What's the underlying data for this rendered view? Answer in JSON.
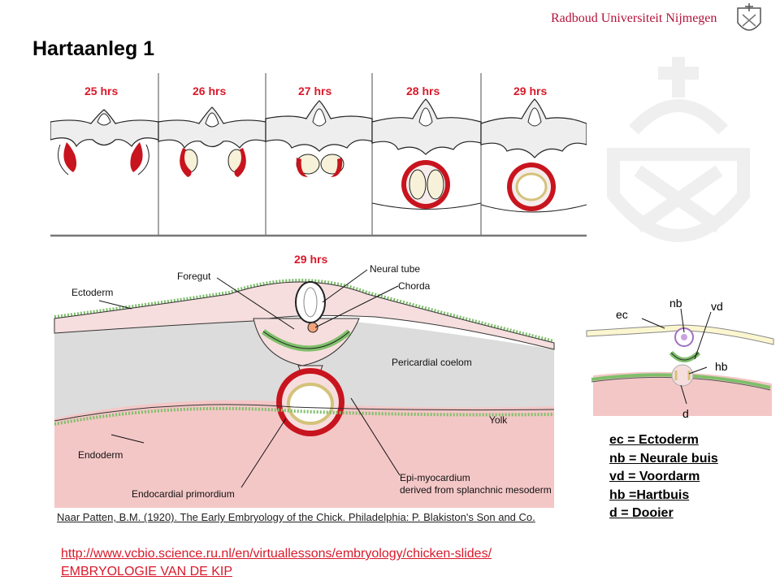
{
  "header": {
    "university": "Radboud Universiteit Nijmegen",
    "title": "Hartaanleg 1"
  },
  "top_panels": [
    {
      "label": "25 hrs"
    },
    {
      "label": "26 hrs"
    },
    {
      "label": "27 hrs"
    },
    {
      "label": "28 hrs"
    },
    {
      "label": "29 hrs"
    }
  ],
  "main_diagram": {
    "label": "29 hrs",
    "annotations": {
      "foregut": "Foregut",
      "neural_tube": "Neural tube",
      "chorda": "Chorda",
      "ectoderm": "Ectoderm",
      "pericardial_coelom": "Pericardial coelom",
      "yolk": "Yolk",
      "endoderm": "Endoderm",
      "epi_myocardium": "Epi-myocardium",
      "epi_myocardium_2": "derived from splanchnic mesoderm",
      "endocardial": "Endocardial primordium"
    }
  },
  "small_diagram": {
    "ec": "ec",
    "nb": "nb",
    "vd": "vd",
    "hb": "hb",
    "d": "d"
  },
  "legend": [
    "ec = Ectoderm",
    "nb = Neurale buis",
    "vd = Voordarm",
    "hb =Hartbuis",
    "d = Dooier"
  ],
  "citation": "Naar Patten, B.M. (1920). The Early Embryology of the Chick. Philadelphia: P. Blakiston's Son and Co.",
  "links": [
    "http://www.vcbio.science.ru.nl/en/virtuallessons/embryology/chicken-slides/",
    "EMBRYOLOGIE VAN DE KIP"
  ],
  "colors": {
    "accent_red": "#d9192a",
    "brand": "#b5123a",
    "myocardium": "#c8141e",
    "endoderm_green": "#7fbf6a",
    "coelom_gray": "#dcdcdc",
    "yolk_pink": "#f4c7c7"
  }
}
